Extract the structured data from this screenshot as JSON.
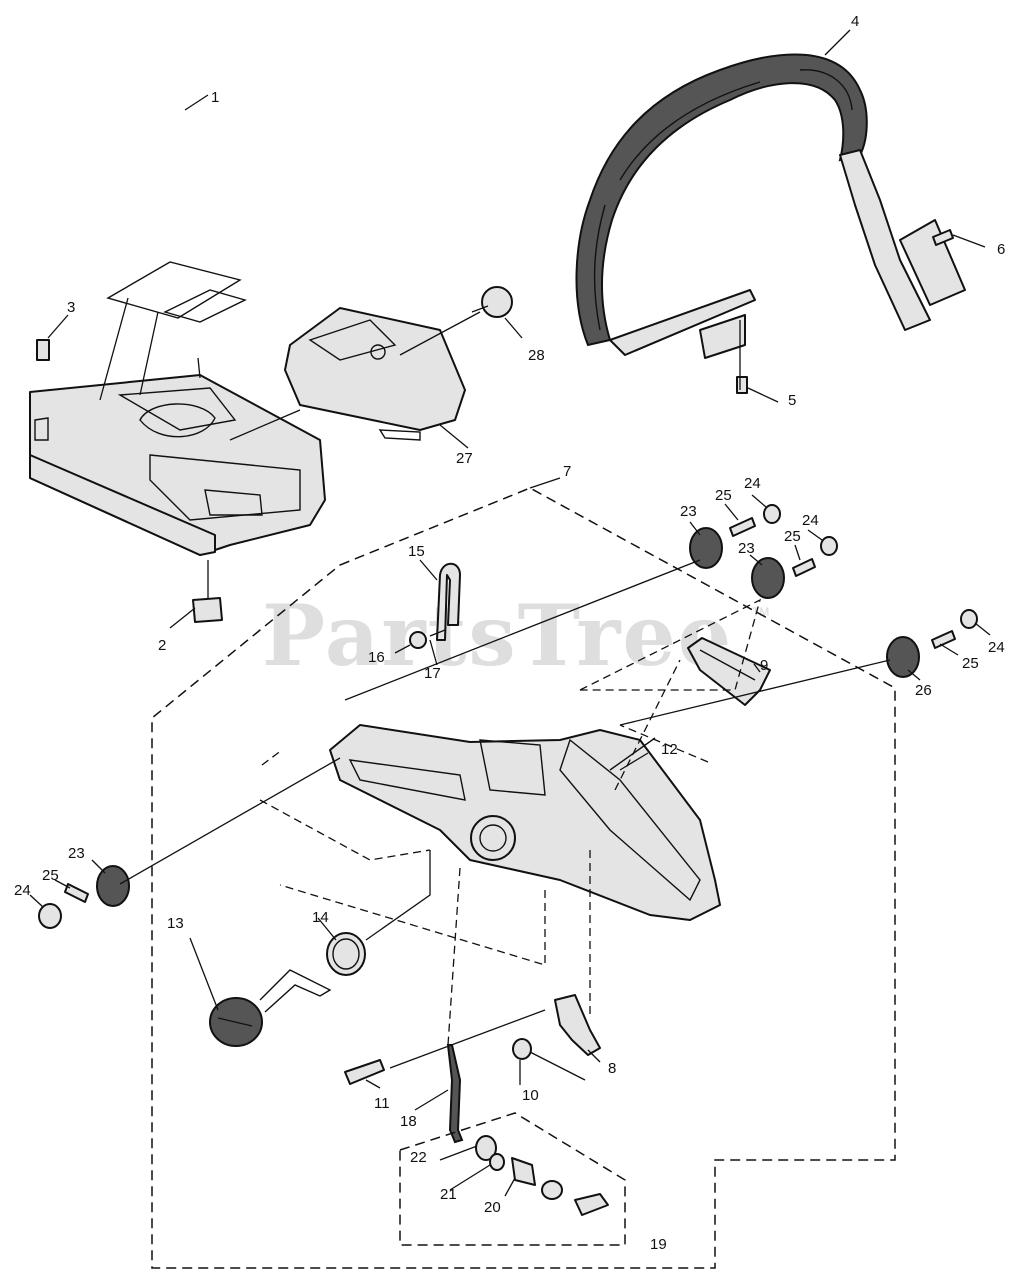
{
  "watermark": {
    "text": "PartsTree",
    "trademark": "TM"
  },
  "callouts": [
    "1",
    "2",
    "3",
    "4",
    "5",
    "6",
    "7",
    "8",
    "9",
    "10",
    "11",
    "12",
    "13",
    "14",
    "15",
    "16",
    "17",
    "18",
    "19",
    "20",
    "21",
    "22",
    "23",
    "23",
    "23",
    "24",
    "24",
    "24",
    "24",
    "25",
    "25",
    "25",
    "25",
    "26",
    "27",
    "28"
  ]
}
